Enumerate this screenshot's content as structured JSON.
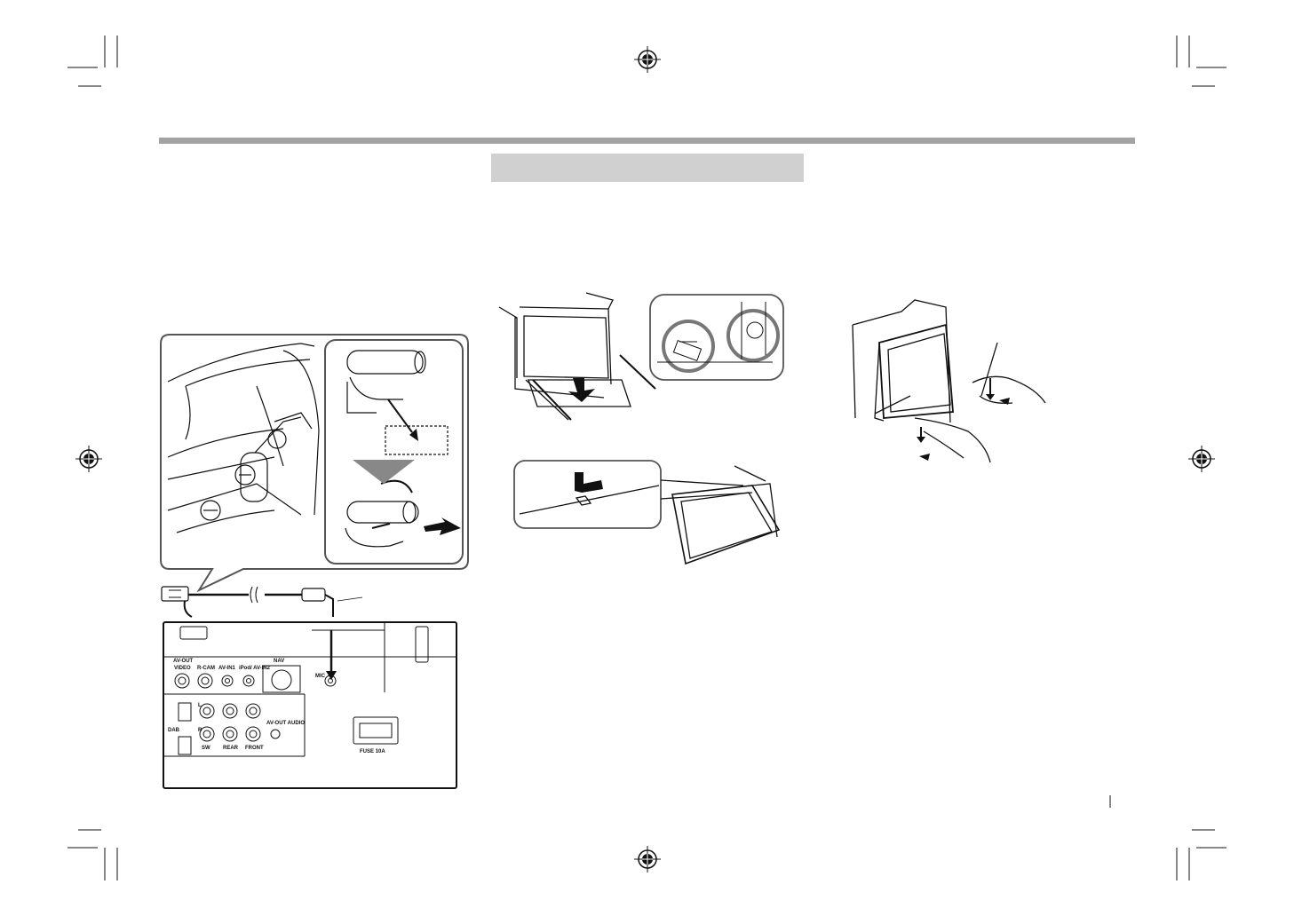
{
  "colors": {
    "rule": "#a3a3a3",
    "section_bar": "#d0d0d0",
    "ink": "#111111",
    "panel_border": "#555555"
  },
  "rear_panel": {
    "jacks_top": [
      "VIDEO",
      "R-CAM",
      "AV-IN1",
      "iPod/ AV-IN2"
    ],
    "av_out": "AV-OUT",
    "nav": "NAV",
    "mic": "MIC",
    "dab": "DAB",
    "jacks_bottom": [
      "SW",
      "REAR",
      "FRONT"
    ],
    "lr_left": "L",
    "lr_right": "R",
    "av_out_audio": "AV-OUT AUDIO",
    "fuse": "FUSE 10A"
  },
  "icons": [
    "registration-mark-icon",
    "crop-mark-icon"
  ]
}
